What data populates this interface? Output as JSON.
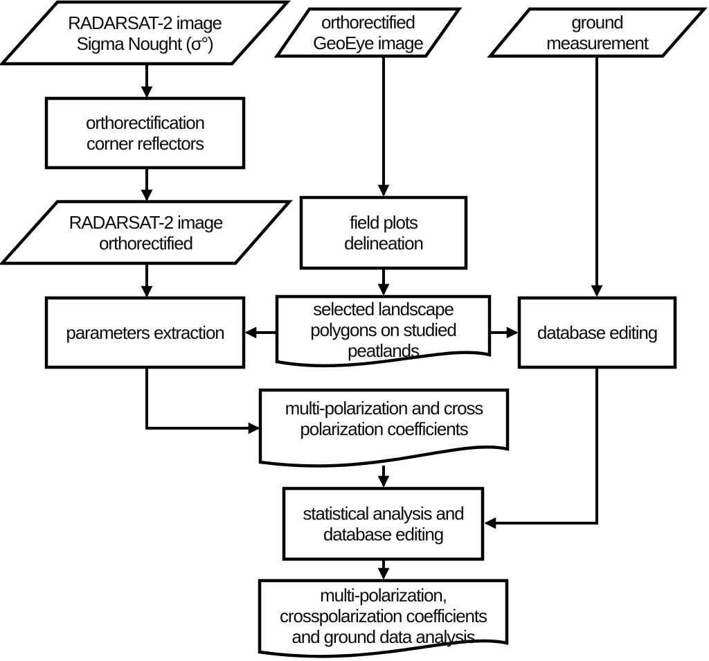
{
  "diagram": {
    "type": "flowchart",
    "colors": {
      "stroke": "#000000",
      "shape_fill": "#ffffff",
      "background": "#ffffff",
      "text": "#0b0b0b"
    },
    "nodes": {
      "radarsat_sigma": {
        "shape": "parallelogram",
        "label": "RADARSAT-2 image\nSigma Nought (σ°)"
      },
      "geoeye": {
        "shape": "parallelogram",
        "label": "orthorectified\nGeoEye image"
      },
      "ground": {
        "shape": "parallelogram",
        "label": "ground\nmeasurement"
      },
      "orthorectification": {
        "shape": "rectangle",
        "label": "orthorectification\ncorner reflectors"
      },
      "radarsat_ortho": {
        "shape": "parallelogram",
        "label": "RADARSAT-2 image\northorectified"
      },
      "field_plots": {
        "shape": "rectangle",
        "label": "field plots\ndelineation"
      },
      "parameters": {
        "shape": "rectangle",
        "label": "parameters extraction"
      },
      "polygons": {
        "shape": "document",
        "label": "selected landscape\npolygons on studied\npeatlands"
      },
      "database": {
        "shape": "rectangle",
        "label": "database editing"
      },
      "coefficients": {
        "shape": "document",
        "label": "multi-polarization and cross\npolarization coefficients"
      },
      "statistical": {
        "shape": "rectangle",
        "label": "statistical analysis and\ndatabase editing"
      },
      "final": {
        "shape": "document",
        "label": "multi-polarization,\ncrosspolarization coefficients\nand ground data analysis"
      }
    },
    "edges": [
      {
        "from": "radarsat_sigma",
        "to": "orthorectification"
      },
      {
        "from": "orthorectification",
        "to": "radarsat_ortho"
      },
      {
        "from": "radarsat_ortho",
        "to": "parameters"
      },
      {
        "from": "geoeye",
        "to": "field_plots"
      },
      {
        "from": "field_plots",
        "to": "polygons"
      },
      {
        "from": "ground",
        "to": "database"
      },
      {
        "from": "polygons",
        "to": "parameters"
      },
      {
        "from": "polygons",
        "to": "database"
      },
      {
        "from": "parameters",
        "to": "coefficients"
      },
      {
        "from": "coefficients",
        "to": "statistical"
      },
      {
        "from": "database",
        "to": "statistical"
      },
      {
        "from": "statistical",
        "to": "final"
      }
    ]
  }
}
